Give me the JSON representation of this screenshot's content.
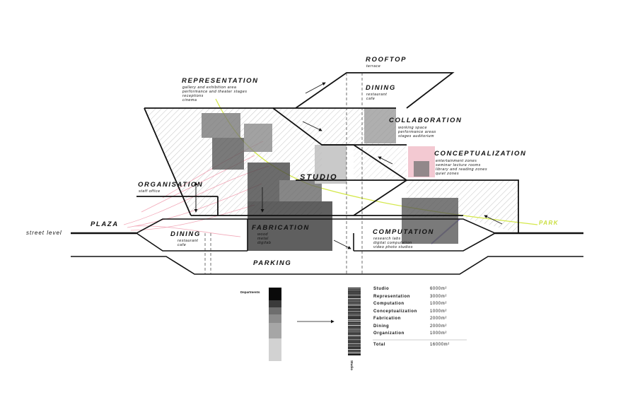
{
  "labels": {
    "rooftop": {
      "title": "ROOFTOP",
      "sub": "terrace"
    },
    "dining_top": {
      "title": "DINING",
      "sub": "restaurant\ncafe"
    },
    "representation": {
      "title": "REPRESENTATION",
      "sub": "gallery and exhibition area\nperformance and theater stages\nreceptions\ncinema"
    },
    "collaboration": {
      "title": "COLLABORATION",
      "sub": "working space\nperformance areas\nstages auditorium"
    },
    "conceptualization": {
      "title": "CONCEPTUALIZATION",
      "sub": "entertainment zones\nseminar lecture rooms\nlibrary and reading zones\nquiet zones"
    },
    "studio": {
      "title": "STUDIO"
    },
    "organisation": {
      "title": "ORGANISATION",
      "sub": "staff office"
    },
    "plaza": {
      "title": "PLAZA"
    },
    "street_level": {
      "title": "street level"
    },
    "park": {
      "title": "PARK"
    },
    "dining_bottom": {
      "title": "DINING",
      "sub": "restaurant\ncafe"
    },
    "fabrication": {
      "title": "FABRICATION",
      "sub": "wood\nmetal\ndigifab"
    },
    "computation": {
      "title": "COMPUTATION",
      "sub": "research labs\ndigital computation\nvideo photo studios"
    },
    "parking": {
      "title": "PARKING"
    }
  },
  "legend": {
    "departments_label": "Departments",
    "studio_label": "Studio",
    "department_shades": [
      "#0a0a0a",
      "#3a3a3a",
      "#6e6e6e",
      "#8c8c8c",
      "#a6a6a6",
      "#d2d2d2"
    ]
  },
  "area_table": {
    "rows": [
      {
        "name": "Studio",
        "area": "6000m²"
      },
      {
        "name": "Representation",
        "area": "3000m²"
      },
      {
        "name": "Computation",
        "area": "1000m²"
      },
      {
        "name": "Conceptualization",
        "area": "1000m²"
      },
      {
        "name": "Fabrication",
        "area": "2000m²"
      },
      {
        "name": "Dining",
        "area": "2000m²"
      },
      {
        "name": "Organization",
        "area": "1000m²"
      }
    ],
    "total": {
      "name": "Total",
      "area": "16000m²"
    }
  },
  "colors": {
    "line": "#111111",
    "hatch": "#9a9a9a",
    "park_path": "#d4e84a",
    "plaza_path": "#f2a8b8",
    "accent_purple": "#9b8fd0",
    "pink_zone": "#f3c9d2"
  }
}
